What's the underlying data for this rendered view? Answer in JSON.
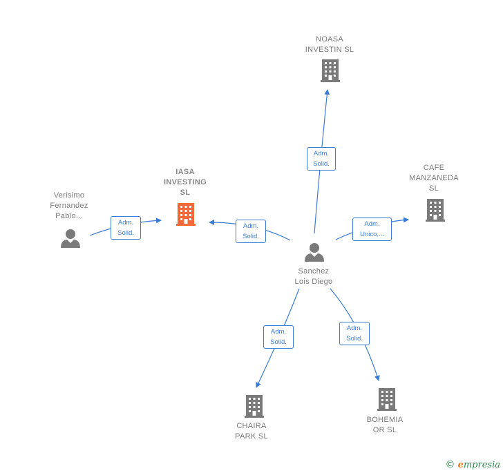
{
  "colors": {
    "edge": "#3a7bd5",
    "node_gray": "#7a7a7a",
    "node_highlight": "#f26a3b"
  },
  "nodes": {
    "noasa": {
      "label": "NOASA\nINVESTIN  SL",
      "icon": "building-icon"
    },
    "iasa": {
      "label": "IASA\nINVESTING\nSL",
      "icon": "building-icon"
    },
    "cafe": {
      "label": "CAFE\nMANZANEDA\nSL",
      "icon": "building-icon"
    },
    "verisimo": {
      "label": "Verisimo\nFernandez\nPablo...",
      "icon": "person-icon"
    },
    "sanchez": {
      "label": "Sanchez\nLois Diego",
      "icon": "person-icon"
    },
    "chaira": {
      "label": "CHAIRA\nPARK  SL",
      "icon": "building-icon"
    },
    "bohemia": {
      "label": "BOHEMIA\nOR SL",
      "icon": "building-icon"
    }
  },
  "edges": {
    "to_noasa": {
      "line1": "Adm.",
      "line2": "Solid."
    },
    "to_iasa_from_sanchez": {
      "line1": "Adm.",
      "line2": "Solid."
    },
    "to_iasa_from_verisimo": {
      "line1": "Adm.",
      "line2": "Solid."
    },
    "to_cafe": {
      "line1": "Adm.",
      "line2": "Unico,..."
    },
    "to_chaira": {
      "line1": "Adm.",
      "line2": "Solid."
    },
    "to_bohemia": {
      "line1": "Adm.",
      "line2": "Solid."
    }
  },
  "footer": {
    "copyright_symbol": "©",
    "brand_first": "e",
    "brand_rest": "mpresia"
  }
}
